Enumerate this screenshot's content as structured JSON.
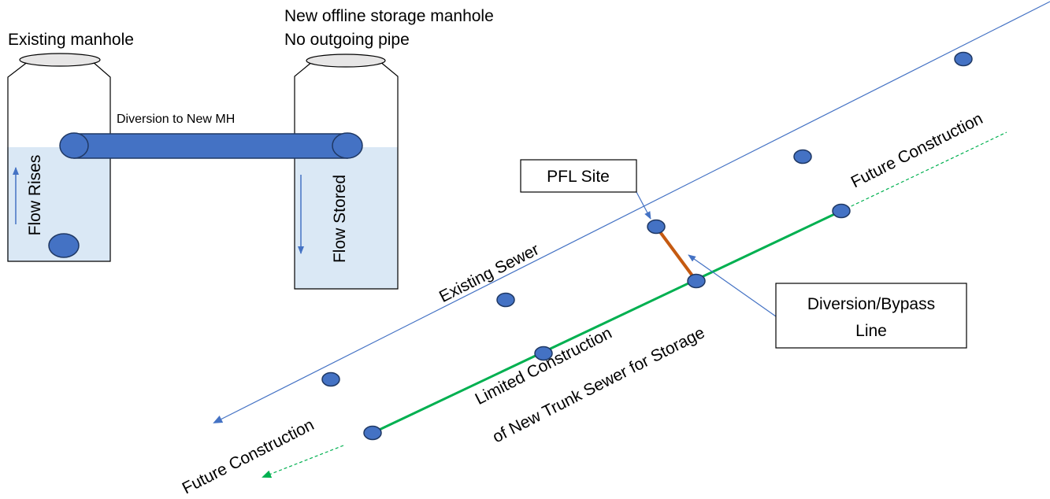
{
  "labels": {
    "existing_manhole": "Existing manhole",
    "new_storage_line1": "New offline storage manhole",
    "new_storage_line2": "No outgoing pipe",
    "diversion_pipe": "Diversion to New MH",
    "flow_rises": "Flow Rises",
    "flow_stored": "Flow Stored",
    "existing_sewer": "Existing Sewer",
    "future_construction_upper": "Future Construction",
    "future_construction_lower": "Future Construction",
    "limited_line1": "Limited Construction",
    "limited_line2": "of New Trunk Sewer for Storage",
    "pfl_site": "PFL Site",
    "diversion_bypass_line1": "Diversion/Bypass",
    "diversion_bypass_line2": "Line"
  },
  "colors": {
    "manhole_fill": "#4472c4",
    "manhole_stroke": "#1f3864",
    "water_fill": "#dae8f5",
    "existing_sewer_line": "#4472c4",
    "new_trunk_sewer": "#00b050",
    "bypass_line": "#c55a11",
    "lid_fill": "#e7e6e6"
  },
  "icons": {
    "flow_rises_arrow": "arrow-up-icon",
    "flow_stored_arrow": "arrow-down-icon"
  }
}
